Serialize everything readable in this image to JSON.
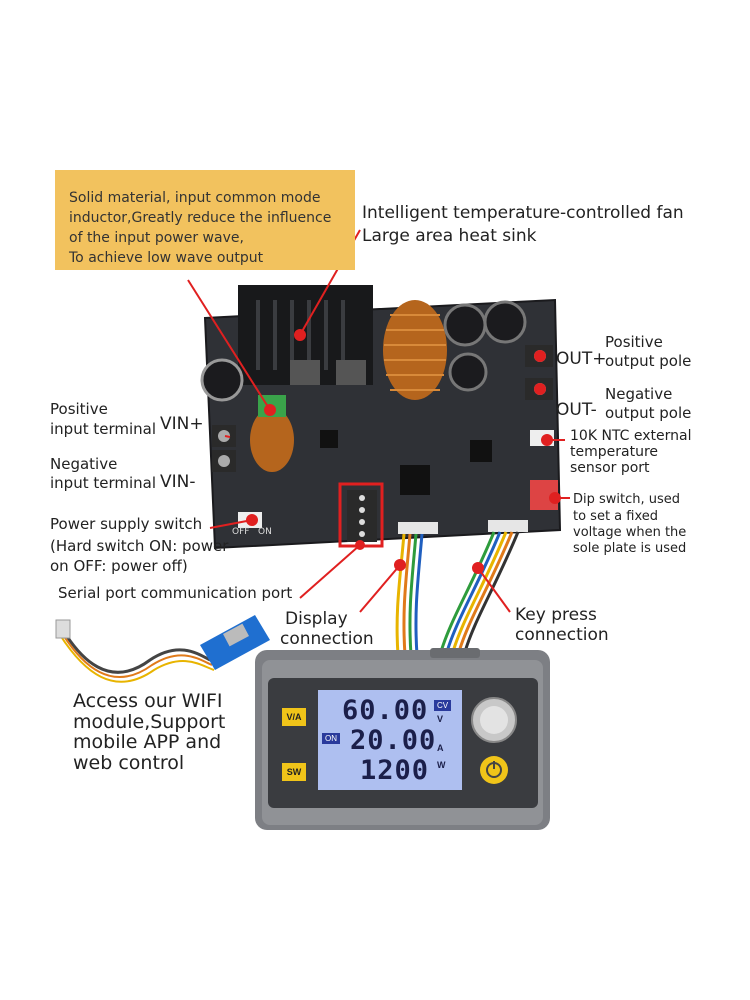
{
  "callout": {
    "lines": [
      "Solid material, input common mode",
      "inductor,Greatly reduce the influence",
      "of the input power wave,",
      "To achieve low wave output"
    ]
  },
  "labels": {
    "fan_line1": "Intelligent temperature-controlled fan",
    "fan_line2": "Large area heat sink",
    "pos_output_1": "Positive",
    "pos_output_2": "output pole",
    "out_plus": "OUT+",
    "neg_output_1": "Negative",
    "neg_output_2": "output pole",
    "out_minus": "OUT-",
    "ntc_1": "10K NTC external",
    "ntc_2": "temperature",
    "ntc_3": "sensor port",
    "dip_1": "Dip switch, used",
    "dip_2": "to set a fixed",
    "dip_3": "voltage when the",
    "dip_4": "sole plate is used",
    "pos_input_1": "Positive",
    "pos_input_2": "input terminal",
    "vin_plus": "VIN+",
    "neg_input_1": "Negative",
    "neg_input_2": "input terminal",
    "vin_minus": "VIN-",
    "power_1": "Power supply switch",
    "power_2": "(Hard switch ON: power",
    "power_3": "on OFF: power off)",
    "serial": "Serial port communication port",
    "display_1": "Display",
    "display_2": "connection",
    "key_1": "Key press",
    "key_2": "connection",
    "wifi_1": "Access our WIFI",
    "wifi_2": "module,Support",
    "wifi_3": "mobile APP and",
    "wifi_4": "web control",
    "board_off": "OFF",
    "board_on": "ON"
  },
  "lcd": {
    "voltage": "60.00",
    "current": "20.00",
    "power": "1200",
    "mode_badge": "CV",
    "unit_v": "V",
    "unit_a": "A",
    "unit_w": "W",
    "on_badge": "ON"
  },
  "panel": {
    "va_button": "V/A",
    "sw_button": "SW"
  },
  "colors": {
    "callout_bg": "#f2c25e",
    "pointer_red": "#e02020",
    "lcd_bg": "#aebff0",
    "button_yellow": "#f0c419"
  }
}
